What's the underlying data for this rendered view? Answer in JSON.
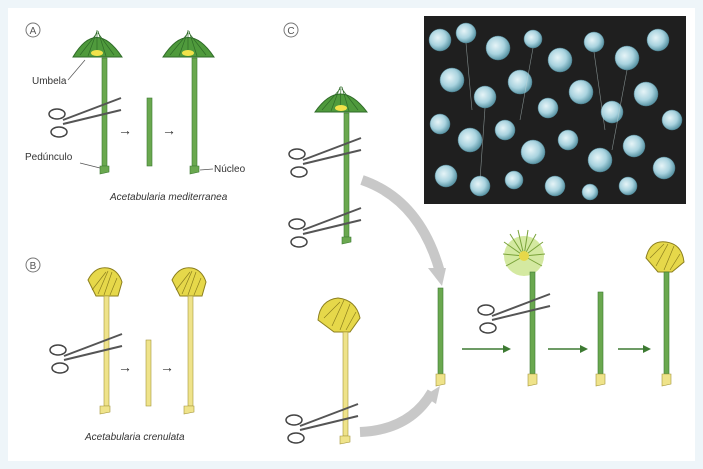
{
  "panels": {
    "a": {
      "label": "A",
      "caption": "Acetabularia mediterranea"
    },
    "b": {
      "label": "B",
      "caption": "Acetabularia crenulata"
    },
    "c": {
      "label": "C"
    }
  },
  "annotations": {
    "umbela": "Umbela",
    "pedunculo": "Pedúnculo",
    "nucleo": "Núcleo"
  },
  "colors": {
    "green_cap": "#4f9a3c",
    "green_stalk": "#6aa84f",
    "yellow_cap": "#e6d84a",
    "yellow_stalk": "#efe38a",
    "arrow_gray": "#c8c8c8",
    "photo_bg": "#1f1f1f"
  }
}
